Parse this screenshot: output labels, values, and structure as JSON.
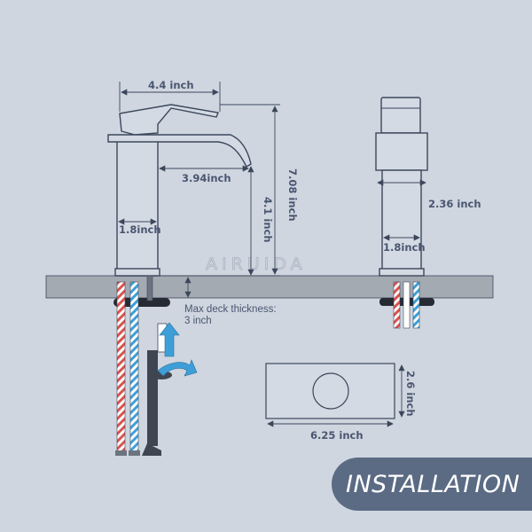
{
  "dimensions": {
    "spout_width": "4.4 inch",
    "spout_reach": "3.94inch",
    "body_diameter_front": "1.8inch",
    "spout_height": "4.1 inch",
    "total_height": "7.08 inch",
    "top_width_side": "2.36 inch",
    "body_diameter_side": "1.8inch",
    "plate_height": "2.6 inch",
    "plate_width": "6.25 inch"
  },
  "notes": {
    "deck_label": "Max deck thickness:",
    "deck_value": "3 inch"
  },
  "watermark": "AIRUIDA",
  "badge": {
    "label": "INSTALLATION"
  },
  "colors": {
    "background": "#cfd6e0",
    "line": "#3c475c",
    "deck": "#a4aab2",
    "badge": "#5b6b84",
    "arrow": "#3e9fd8",
    "hot_stripe": "#d9534f",
    "cold_stripe": "#3e9fd8"
  }
}
